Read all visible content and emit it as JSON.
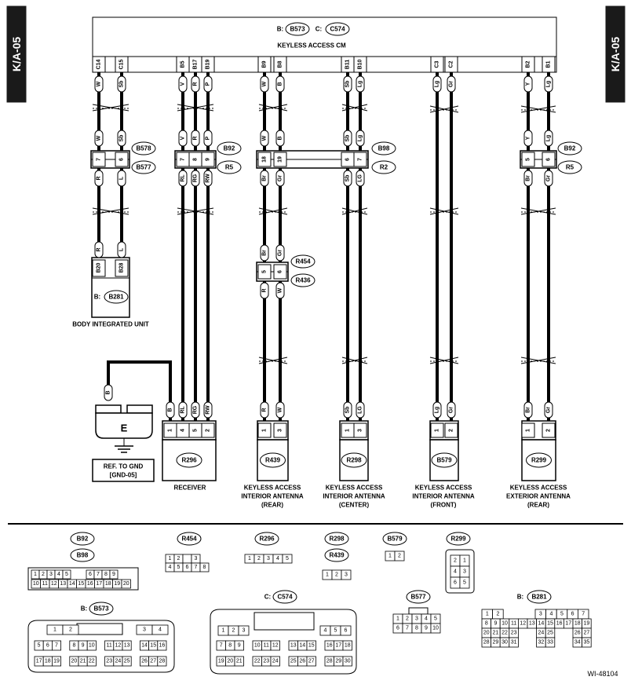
{
  "page_tag": "K/A-05",
  "cm": {
    "b_prefix": "B:",
    "b_id": "B573",
    "c_prefix": "C:",
    "c_id": "C574",
    "title": "KEYLESS ACCESS CM"
  },
  "pins_top": [
    "C14",
    "C15",
    "B5",
    "B17",
    "B19",
    "B9",
    "B8",
    "B11",
    "B10",
    "C3",
    "C2",
    "B2",
    "B1"
  ],
  "colors_top": [
    "W",
    "Sb",
    "V",
    "R",
    "P",
    "W",
    "B",
    "Sb",
    "Lg",
    "Lg",
    "Gr",
    "Y",
    "Lg"
  ],
  "g1": {
    "top_colors": [
      "W",
      "Sb"
    ],
    "pins": [
      "7",
      "6"
    ],
    "bottom_colors": [
      "R",
      "L"
    ],
    "conn_top": "B578",
    "conn_bot": "B577"
  },
  "g2": {
    "top_colors": [
      "V",
      "R",
      "P"
    ],
    "pins": [
      "7",
      "8",
      "9"
    ],
    "bottom_colors": [
      "RL",
      "RG",
      "RW"
    ],
    "conn_top": "B92",
    "conn_bot": "R5"
  },
  "g3": {
    "top_colors": [
      "W",
      "B",
      "Sb",
      "Lg"
    ],
    "pins": [
      "18",
      "19",
      "6",
      "7"
    ],
    "bottom_colors": [
      "Br",
      "Gr",
      "Sb",
      "LG"
    ],
    "conn_top": "B98",
    "conn_bot": "R2"
  },
  "g4": {
    "top_colors": [
      "Y",
      "Lg"
    ],
    "pins": [
      "5",
      "6"
    ],
    "bottom_colors": [
      "Br",
      "Gr"
    ],
    "conn_top": "B92",
    "conn_bot": "R5"
  },
  "biu": {
    "colors": [
      "R",
      "L"
    ],
    "pins": [
      "B20",
      "B28"
    ],
    "prefix": "B:",
    "id": "B281",
    "label": "BODY INTEGRATED UNIT"
  },
  "r454": {
    "top_colors": [
      "Br",
      "Gr"
    ],
    "pins": [
      "5",
      "6"
    ],
    "bottom_colors": [
      "R",
      "W"
    ],
    "conn_top": "R454",
    "conn_bot": "R436"
  },
  "ground": {
    "wire_color": "B",
    "symbol": "E",
    "ref_line1": "REF. TO GND",
    "ref_line2": "[GND-05]"
  },
  "receiver": {
    "colors": [
      "B",
      "RL",
      "RG",
      "RW"
    ],
    "pins": [
      "1",
      "4",
      "5",
      "2"
    ],
    "id": "R296",
    "label": "RECEIVER"
  },
  "ant_rear": {
    "colors": [
      "R",
      "W"
    ],
    "pins": [
      "1",
      "3"
    ],
    "id": "R439",
    "l1": "KEYLESS ACCESS",
    "l2": "INTERIOR ANTENNA",
    "l3": "(REAR)"
  },
  "ant_center": {
    "colors": [
      "Sb",
      "LG"
    ],
    "pins": [
      "1",
      "3"
    ],
    "id": "R298",
    "l1": "KEYLESS ACCESS",
    "l2": "INTERIOR ANTENNA",
    "l3": "(CENTER)"
  },
  "ant_front": {
    "colors": [
      "Lg",
      "Gr"
    ],
    "pins": [
      "1",
      "2"
    ],
    "id": "B579",
    "l1": "KEYLESS ACCESS",
    "l2": "INTERIOR ANTENNA",
    "l3": "(FRONT)"
  },
  "ant_ext": {
    "colors": [
      "Br",
      "Gr"
    ],
    "pins": [
      "1",
      "2"
    ],
    "id": "R299",
    "l1": "KEYLESS ACCESS",
    "l2": "EXTERIOR ANTENNA",
    "l3": "(REAR)"
  },
  "connectors": {
    "b92": "B92",
    "b98": "B98",
    "r454": "R454",
    "r296": "R296",
    "r298": "R298",
    "r439": "R439",
    "b579": "B579",
    "r299": "R299",
    "b573_prefix": "B:",
    "b573": "B573",
    "c574_prefix": "C:",
    "c574": "C574",
    "b577": "B577",
    "b281_prefix": "B:",
    "b281": "B281"
  },
  "footer_id": "WI-48104"
}
